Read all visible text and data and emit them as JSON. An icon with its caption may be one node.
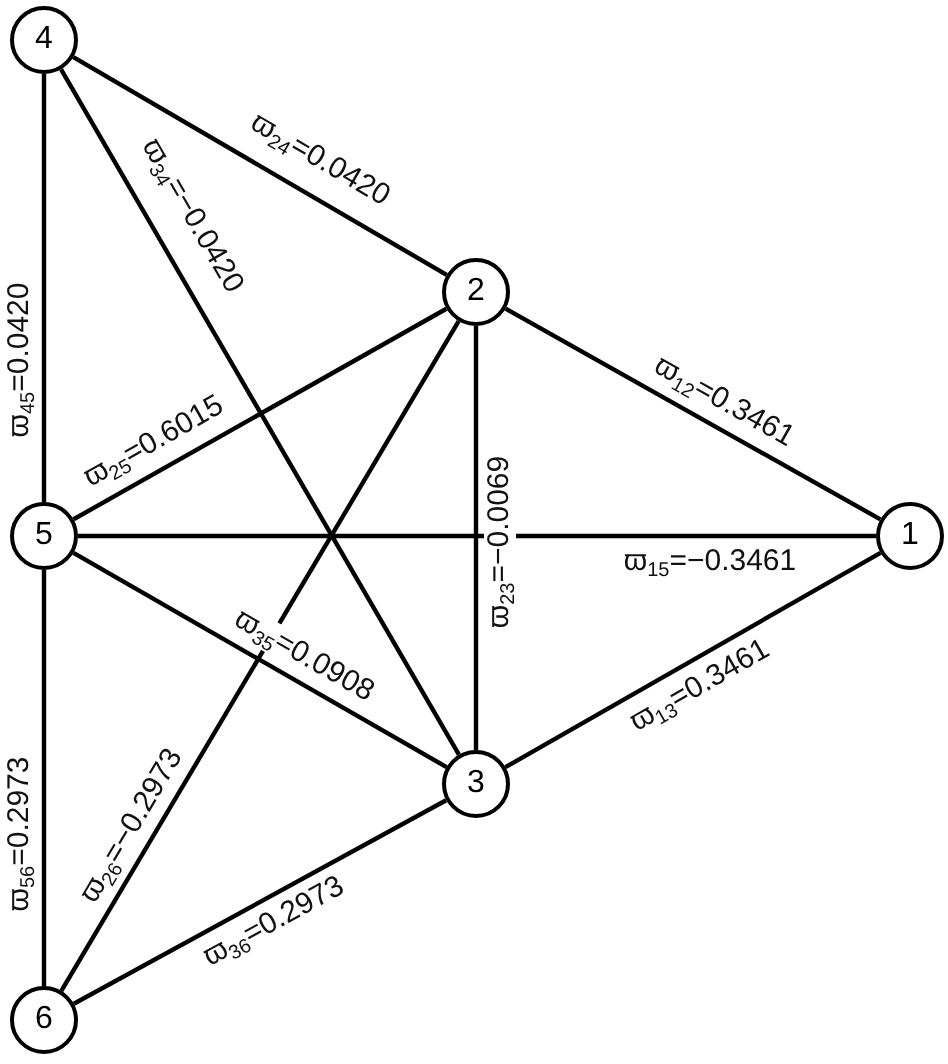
{
  "diagram": {
    "nodes": [
      {
        "text": [
          "1"
        ]
      },
      {
        "text": [
          "2"
        ]
      },
      {
        "text": [
          "3"
        ]
      },
      {
        "text": [
          "4"
        ]
      },
      {
        "text": [
          "5"
        ]
      },
      {
        "text": [
          "6"
        ]
      }
    ],
    "edges": [
      {
        "from": 3,
        "to": 1,
        "arrow": "none",
        "label": "ϖ$_{24}$=0.0420"
      },
      {
        "from": 3,
        "to": 2,
        "arrow": "none",
        "label": "ϖ$_{34}$=−0.0420"
      },
      {
        "from": 3,
        "to": 4,
        "arrow": "none",
        "label": "ϖ$_{45}$=0.0420"
      },
      {
        "from": 1,
        "to": 0,
        "arrow": "none",
        "label": "ϖ$_{12}$=0.3461"
      },
      {
        "from": 1,
        "to": 4,
        "arrow": "none",
        "label": "ϖ$_{25}$=0.6015"
      },
      {
        "from": 1,
        "to": 2,
        "arrow": "none",
        "label": "ϖ$_{23}$=−0.0069"
      },
      {
        "from": 1,
        "to": 5,
        "arrow": "none",
        "label": "ϖ$_{26}$=−0.2973"
      },
      {
        "from": 4,
        "to": 0,
        "arrow": "none",
        "label": "ϖ$_{15}$=−0.3461"
      },
      {
        "from": 4,
        "to": 2,
        "arrow": "none",
        "label": "ϖ$_{35}$=0.0908"
      },
      {
        "from": 2,
        "to": 0,
        "arrow": "none",
        "label": "ϖ$_{13}$=0.3461"
      },
      {
        "from": 2,
        "to": 5,
        "arrow": "none",
        "label": "ϖ$_{36}$=0.2973"
      },
      {
        "from": 4,
        "to": 5,
        "arrow": "none",
        "label": "ϖ$_{56}$=0.2973"
      }
    ]
  }
}
